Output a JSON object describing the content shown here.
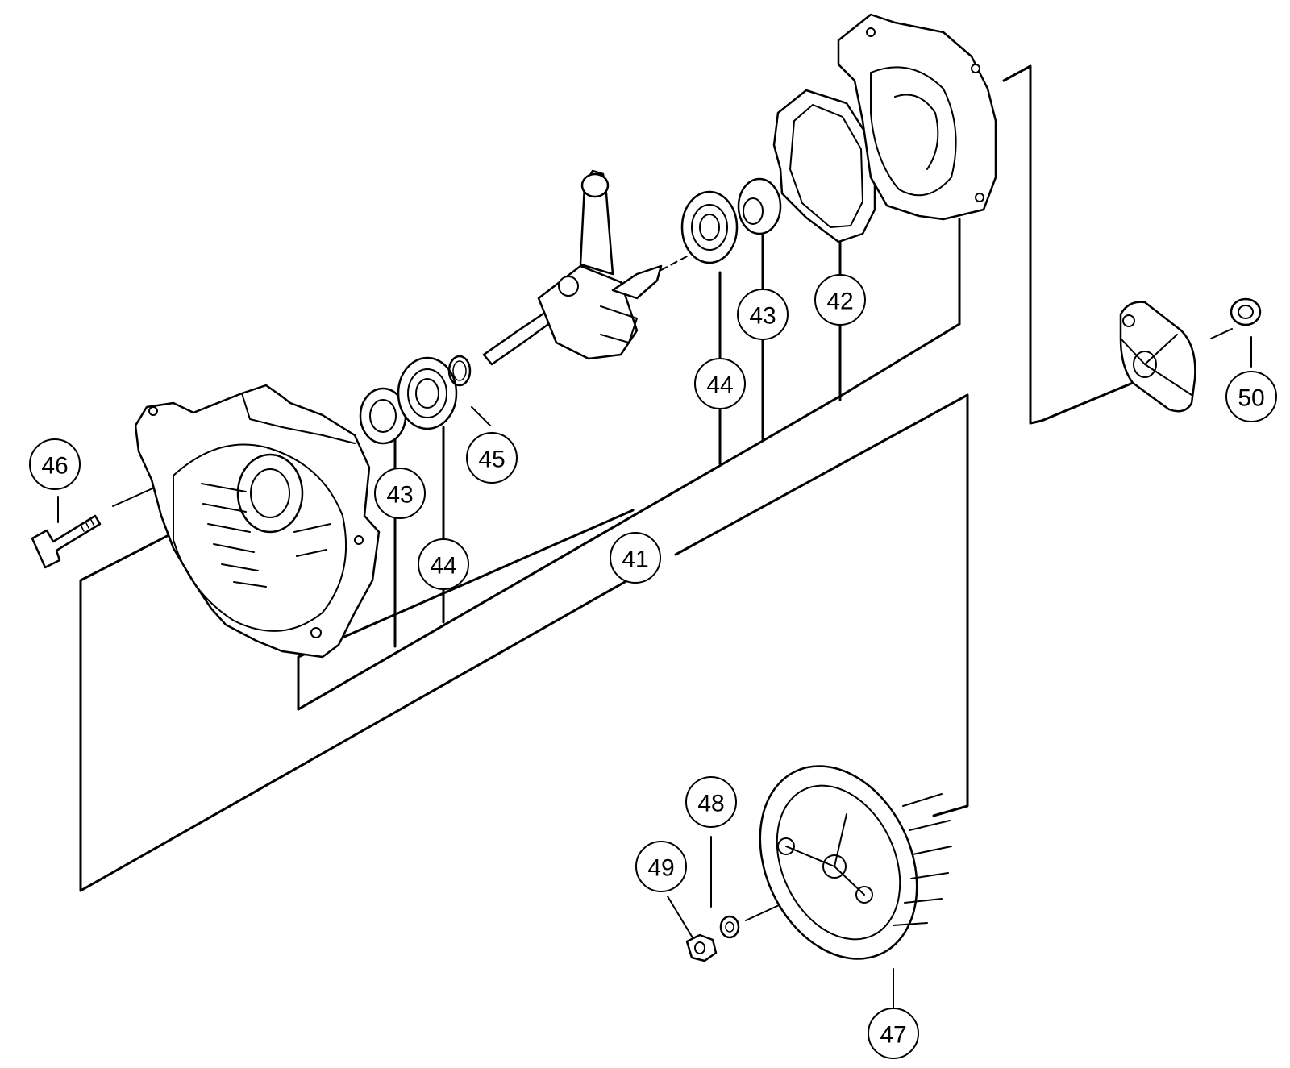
{
  "callouts": [
    {
      "id": "c41",
      "label": "41"
    },
    {
      "id": "c42",
      "label": "42"
    },
    {
      "id": "c43a",
      "label": "43"
    },
    {
      "id": "c43b",
      "label": "43"
    },
    {
      "id": "c44a",
      "label": "44"
    },
    {
      "id": "c44b",
      "label": "44"
    },
    {
      "id": "c45",
      "label": "45"
    },
    {
      "id": "c46",
      "label": "46"
    },
    {
      "id": "c47",
      "label": "47"
    },
    {
      "id": "c48",
      "label": "48"
    },
    {
      "id": "c49",
      "label": "49"
    },
    {
      "id": "c50",
      "label": "50"
    }
  ]
}
